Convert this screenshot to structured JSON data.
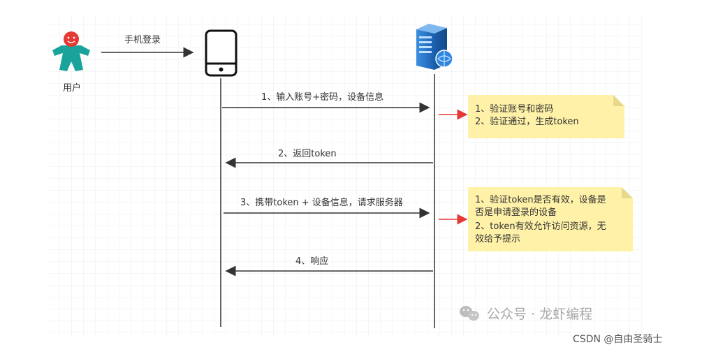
{
  "actors": {
    "user_label": "用户"
  },
  "messages": {
    "login": "手机登录",
    "step1": "1、输入账号+密码，设备信息",
    "step2": "2、返回token",
    "step3": "3、携带token + 设备信息，请求服务器",
    "step4": "4、响应"
  },
  "notes": {
    "note1": {
      "line1": "1、验证账号和密码",
      "line2": "2、验证通过，生成token"
    },
    "note2": {
      "line1": "1、验证token是否有效，设备是",
      "line2": "否是申请登录的设备",
      "line3": "2、token有效允许访问资源，无",
      "line4": "效给予提示"
    }
  },
  "watermarks": {
    "wechat": "公众号 · 龙虾编程",
    "csdn": "CSDN @自由圣骑士"
  },
  "colors": {
    "note_fill": "#fff2a8",
    "note_fold": "#e8d98a",
    "grid": "#e6e6e6",
    "arrow": "#333333",
    "red_arrow": "#e53935",
    "user_body": "#1aa39a",
    "user_head": "#e53935",
    "server_blue": "#1f74c7"
  },
  "icons": {
    "user": "user-figure-icon",
    "phone": "phone-icon",
    "server": "server-icon",
    "wechat": "wechat-icon"
  }
}
